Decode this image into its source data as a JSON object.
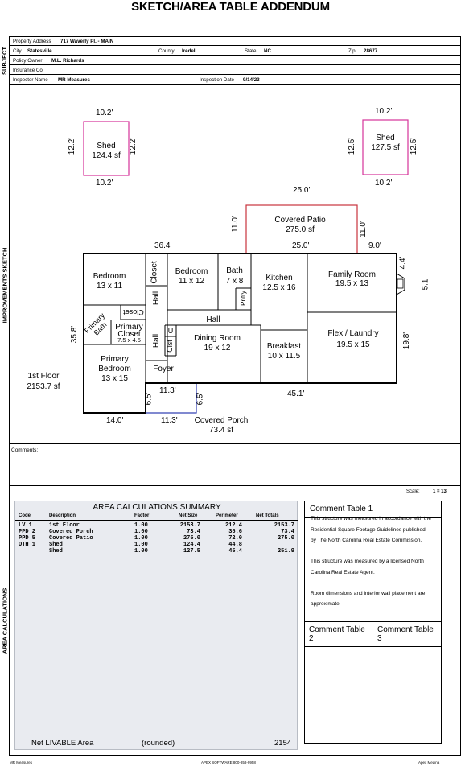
{
  "title": "SKETCH/AREA TABLE ADDENDUM",
  "sections": {
    "subject": "SUBJECT",
    "sketch": "IMPROVEMENTS SKETCH",
    "calcs": "AREA CALCULATIONS"
  },
  "subject": {
    "property_address_label": "Property Address",
    "property_address": "717 Waverly Pl. - MAIN",
    "city_label": "City",
    "city": "Statesville",
    "county_label": "County",
    "county": "Iredell",
    "state_label": "State",
    "state": "NC",
    "zip_label": "Zip",
    "zip": "28677",
    "owner_label": "Policy Owner",
    "owner": "M.L. Richards",
    "insurance_label": "Insurance Co",
    "inspector_label": "Inspector Name",
    "inspector": "MR Measures",
    "inspection_date_label": "Inspection Date",
    "inspection_date": "9/14/23"
  },
  "sketch": {
    "shed1": {
      "name": "Shed",
      "area": "124.4 sf",
      "top": "10.2'",
      "bottom": "10.2'",
      "left": "12.2'",
      "right": "12.2'"
    },
    "shed2": {
      "name": "Shed",
      "area": "127.5 sf",
      "top": "10.2'",
      "bottom": "10.2'",
      "left": "12.5'",
      "right": "12.5'"
    },
    "patio": {
      "name": "Covered Patio",
      "area": "275.0 sf",
      "top": "25.0'",
      "bottom": "25.0'",
      "left": "11.0'",
      "right": "11.0'"
    },
    "dims": {
      "d36_4": "36.4'",
      "d9_0": "9.0'",
      "d4_4": "4.4'",
      "d5_1": "5.1'",
      "d19_8": "19.8'",
      "d35_8": "35.8'",
      "d45_1": "45.1'",
      "d14_0": "14.0'",
      "d11_3a": "11.3'",
      "d11_3b": "11.3'",
      "d6_5a": "6.5'",
      "d6_5b": "6.5'"
    },
    "rooms": {
      "bedroom1": "Bedroom",
      "bedroom1_size": "13 x 11",
      "closet1": "Closet",
      "bedroom2": "Bedroom",
      "bedroom2_size": "11 x 12",
      "bath": "Bath",
      "bath_size": "7 x 8",
      "pntry": "Pntry",
      "kitchen": "Kitchen",
      "kitchen_size": "12.5 x 16",
      "family": "Family Room",
      "family_size": "19.5 x 13",
      "hall1": "Hall",
      "hall2": "Hall",
      "hall3": "Hall",
      "closet2": "Closet",
      "primary_bath_1": "Primary",
      "primary_bath_2": "Bath",
      "primary_closet_1": "Primary",
      "primary_closet_2": "Closet",
      "primary_closet_size": "7.5 x 4.5",
      "u": "U",
      "clst": "Clst",
      "dining": "Dining Room",
      "dining_size": "19 x 12",
      "breakfast": "Breakfast",
      "breakfast_size": "10 x 11.5",
      "flex": "Flex / Laundry",
      "flex_size": "19.5 x 15",
      "primary_bedroom_1": "Primary",
      "primary_bedroom_2": "Bedroom",
      "primary_bedroom_size": "13 x 15",
      "foyer": "Foyer"
    },
    "floor_label": "1st Floor",
    "floor_area": "2153.7 sf",
    "porch": {
      "name": "Covered Porch",
      "area": "73.4 sf"
    }
  },
  "comments_label": "Comments:",
  "scale_label": "Scale:",
  "scale_value": "1 = 13",
  "calc": {
    "summary_title": "AREA  CALCULATIONS  SUMMARY",
    "headers": [
      "Code",
      "Description",
      "Factor",
      "Net Size",
      "Perimeter",
      "Net Totals"
    ],
    "rows": [
      [
        "LV 1",
        "1st Floor",
        "1.00",
        "2153.7",
        "212.4",
        "2153.7"
      ],
      [
        "PPD 2",
        "Covered Porch",
        "1.00",
        "73.4",
        "35.6",
        "73.4"
      ],
      [
        "PPD 5",
        "Covered Patio",
        "1.00",
        "275.0",
        "72.0",
        "275.0"
      ],
      [
        "OTH 1",
        "Shed",
        "1.00",
        "124.4",
        "44.8",
        ""
      ],
      [
        "",
        "Shed",
        "1.00",
        "127.5",
        "45.4",
        "251.9"
      ]
    ],
    "net_livable_label": "Net LIVABLE Area",
    "rounded_label": "(rounded)",
    "net_livable_value": "2154"
  },
  "comments": {
    "table1_title": "Comment Table 1",
    "lines": [
      "This structure was measured in accordance with the",
      "Residential Square Footage Guidelines published",
      "by The North Carolina Real Estate Commission.",
      "",
      "This structure was measured by a licensed North",
      "Carolina Real Estate Agent.",
      "",
      "Room dimensions and interior wall placement are",
      "approximate."
    ],
    "table2_title": "Comment Table 2",
    "table3_title": "Comment Table 3"
  },
  "footer": {
    "left": "MR Measures",
    "center": "APEX SOFTWARE 800-858-9958",
    "right": "Apex Medina"
  }
}
